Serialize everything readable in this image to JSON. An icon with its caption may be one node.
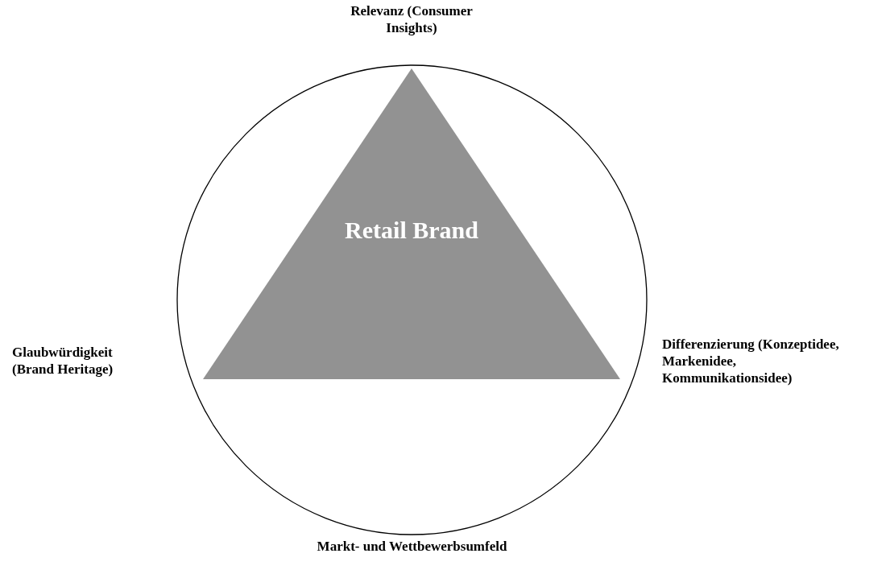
{
  "diagram": {
    "nodes": [
      {
        "text": [
          "Markt- und Wettbewerbsumfeld"
        ]
      },
      {
        "text": [
          "Retail Brand"
        ],
        "in": 0
      }
    ],
    "edges": [],
    "labels": [
      "Relevanz (Consumer Insights)",
      "Glaubwürdigkeit (Brand Heritage)",
      "Differenzierung (Konzeptidee, Markenidee, Kommunikationsidee)"
    ]
  }
}
